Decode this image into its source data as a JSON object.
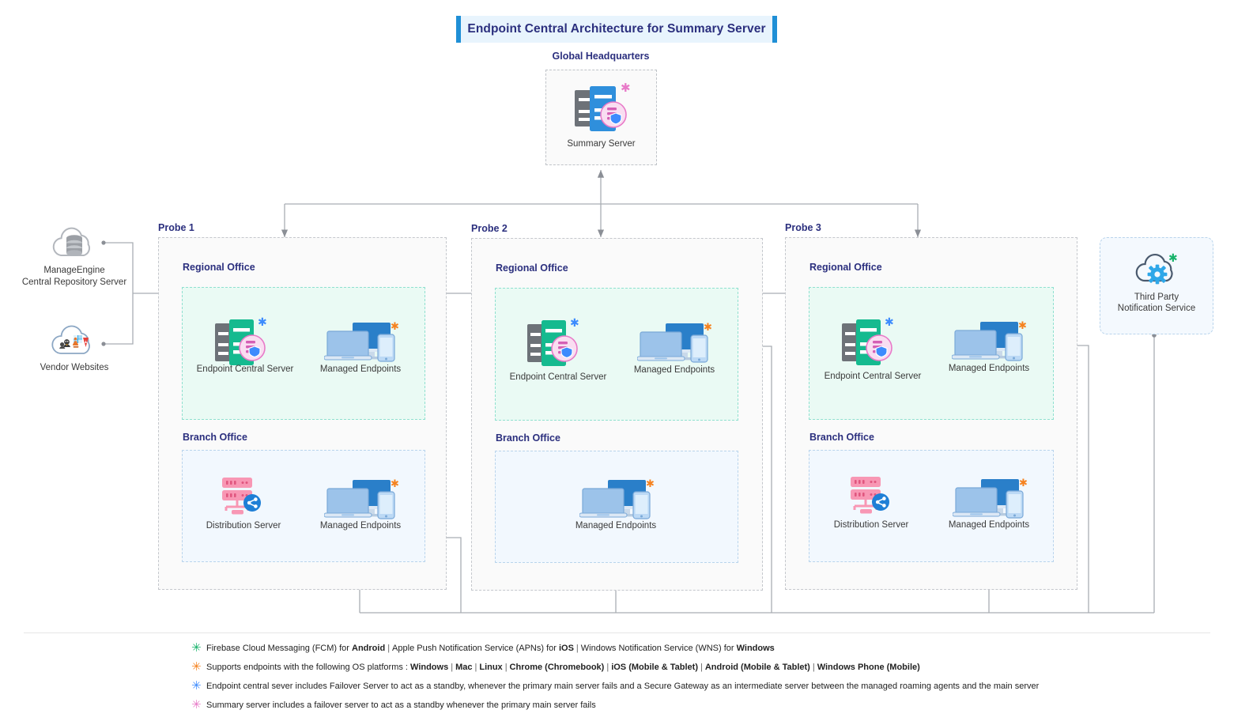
{
  "header": {
    "title": "Endpoint Central Architecture for Summary Server",
    "accent_color": "#1f8fd6",
    "background": "#e8f4fd"
  },
  "hq": {
    "label": "Global Headquarters",
    "node": {
      "label": "Summary Server",
      "icon": "summary-server-icon",
      "asterisk_color": "#e87ac8"
    }
  },
  "external": {
    "repository": {
      "label_line1": "ManageEngine",
      "label_line2": "Central Repository Server",
      "icon": "cloud-database-icon"
    },
    "vendors": {
      "label": "Vendor Websites",
      "icon": "cloud-vendors-icon"
    },
    "notification": {
      "label_line1": "Third Party",
      "label_line2": "Notification Service",
      "icon": "cloud-gear-icon",
      "asterisk_color": "#18b36b"
    }
  },
  "labels": {
    "regional_office": "Regional Office",
    "branch_office": "Branch Office",
    "endpoint_central_server": "Endpoint Central Server",
    "managed_endpoints": "Managed Endpoints",
    "distribution_server": "Distribution Server"
  },
  "probes": [
    {
      "name": "Probe 1",
      "regional": {
        "server": "Endpoint Central Server",
        "endpoints": "Managed Endpoints"
      },
      "branch": {
        "has_distribution_server": true,
        "distribution": "Distribution Server",
        "endpoints": "Managed Endpoints"
      }
    },
    {
      "name": "Probe 2",
      "regional": {
        "server": "Endpoint Central Server",
        "endpoints": "Managed Endpoints"
      },
      "branch": {
        "has_distribution_server": false,
        "distribution": "",
        "endpoints": "Managed Endpoints"
      }
    },
    {
      "name": "Probe 3",
      "regional": {
        "server": "Endpoint Central Server",
        "endpoints": "Managed Endpoints"
      },
      "branch": {
        "has_distribution_server": true,
        "distribution": "Distribution Server",
        "endpoints": "Managed Endpoints"
      }
    }
  ],
  "legend": [
    {
      "star_color": "#18b36b",
      "parts": [
        {
          "t": "Firebase Cloud Messaging (FCM) for ",
          "b": false
        },
        {
          "t": "Android",
          "b": true
        },
        {
          "t": "|",
          "sep": true
        },
        {
          "t": "Apple Push Notification Service (APNs) for ",
          "b": false
        },
        {
          "t": "iOS",
          "b": true
        },
        {
          "t": "|",
          "sep": true
        },
        {
          "t": "Windows Notification Service (WNS) for ",
          "b": false
        },
        {
          "t": "Windows",
          "b": true
        }
      ]
    },
    {
      "star_color": "#f5821f",
      "parts": [
        {
          "t": "Supports endpoints with the following OS platforms : ",
          "b": false
        },
        {
          "t": "Windows",
          "b": true
        },
        {
          "t": "|",
          "sep": true
        },
        {
          "t": "Mac",
          "b": true
        },
        {
          "t": "|",
          "sep": true
        },
        {
          "t": "Linux",
          "b": true
        },
        {
          "t": "|",
          "sep": true
        },
        {
          "t": "Chrome (Chromebook)",
          "b": true
        },
        {
          "t": "|",
          "sep": true
        },
        {
          "t": "iOS (Mobile & Tablet)",
          "b": true
        },
        {
          "t": "|",
          "sep": true
        },
        {
          "t": "Android (Mobile & Tablet)",
          "b": true
        },
        {
          "t": "|",
          "sep": true
        },
        {
          "t": "Windows Phone (Mobile)",
          "b": true
        }
      ]
    },
    {
      "star_color": "#3d8bfd",
      "parts": [
        {
          "t": "Endpoint central sever includes Failover Server to act as a standby, whenever the primary main server fails and a Secure Gateway as an intermediate server between the managed roaming agents and the main server",
          "b": false
        }
      ]
    },
    {
      "star_color": "#e87ac8",
      "parts": [
        {
          "t": "Summary server includes a failover server to act as a standby whenever the primary main server fails",
          "b": false
        }
      ]
    }
  ]
}
